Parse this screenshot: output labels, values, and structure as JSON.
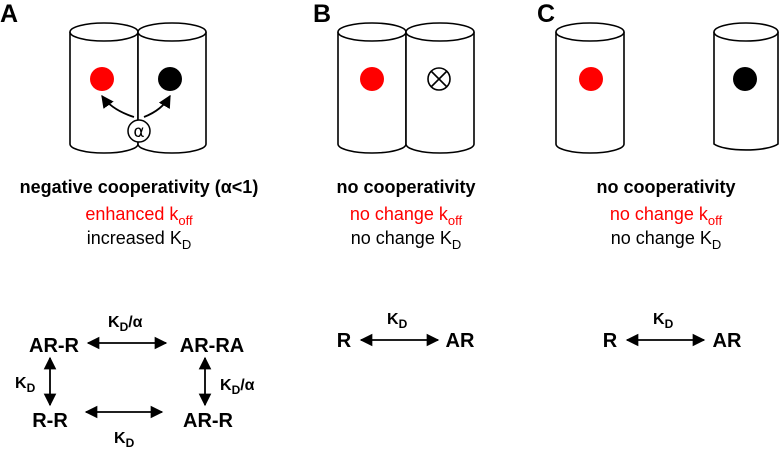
{
  "panels": {
    "A": {
      "letter": "A",
      "alpha_symbol": "α",
      "caption": {
        "line1": "negative cooperativity (α<1)",
        "line2_main": "enhanced k",
        "line2_sub": "off",
        "line3_main": "increased K",
        "line3_sub": "D"
      },
      "scheme": {
        "top_left": "AR-R",
        "top_right": "AR-RA",
        "bottom_left": "R-R",
        "bottom_right": "AR-R",
        "top_k_main": "K",
        "top_k_sub": "D",
        "top_k_suffix": "/α",
        "left_k_main": "K",
        "left_k_sub": "D",
        "right_k_main": "K",
        "right_k_sub": "D",
        "right_k_suffix": "/α",
        "bottom_k_main": "K",
        "bottom_k_sub": "D"
      }
    },
    "B": {
      "letter": "B",
      "caption": {
        "line1": "no cooperativity",
        "line2_main": "no change k",
        "line2_sub": "off",
        "line3_main": "no change K",
        "line3_sub": "D"
      },
      "scheme": {
        "left": "R",
        "right": "AR",
        "k_main": "K",
        "k_sub": "D"
      }
    },
    "C": {
      "letter": "C",
      "caption": {
        "line1": "no cooperativity",
        "line2_main": "no change k",
        "line2_sub": "off",
        "line3_main": "no change K",
        "line3_sub": "D"
      },
      "scheme": {
        "left": "R",
        "right": "AR",
        "k_main": "K",
        "k_sub": "D"
      }
    }
  },
  "colors": {
    "orthosteric_ligand": "#ff0000",
    "allosteric_ligand": "#000000",
    "highlight_text": "#ff0000"
  }
}
